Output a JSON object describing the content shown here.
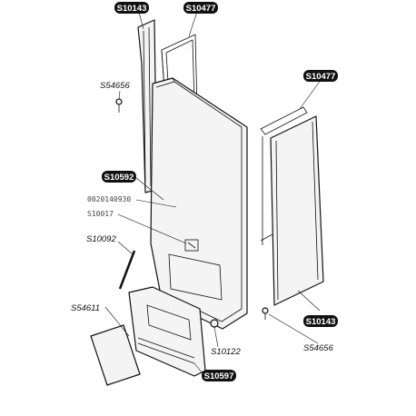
{
  "labels": {
    "s10143_top": "S10143",
    "s10477_top": "S10477",
    "s54656_left": "S54656",
    "s10477_right": "S10477",
    "s10592": "S10592",
    "code_0020140930": "0020140930",
    "s10017": "S10017",
    "s10092": "S10092",
    "s54611": "S54611",
    "s10143_bottom": "S10143",
    "s54656_bottom": "S54656",
    "s10122": "S10122",
    "s10597": "S10597"
  }
}
